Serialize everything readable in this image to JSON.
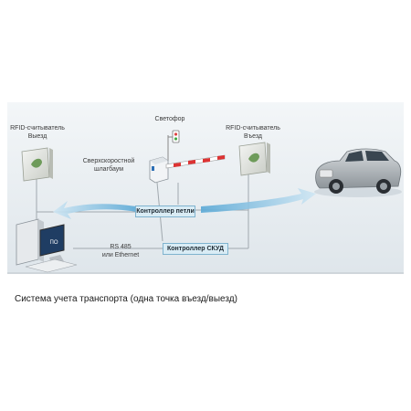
{
  "diagram": {
    "traffic_light_label": "Светофор",
    "reader_entry": {
      "line1": "RFID-считыватель",
      "line2": "Въезд"
    },
    "reader_exit": {
      "line1": "RFID-считыватель",
      "line2": "Выезд"
    },
    "barrier": {
      "line1": "Сверхскоростной",
      "line2": "шлагбаум"
    },
    "loop_controller": "Контроллер петли",
    "acs_controller": "Контроллер СКУД",
    "link": {
      "line1": "RS 485",
      "line2": "или Ethernet"
    },
    "pc_screen_text": "ПО",
    "colors": {
      "panel": "#e8eef2",
      "arrow": "#5aa9d6",
      "controller_fill": "#d9ecf5",
      "wire": "#a0a8ae"
    }
  },
  "caption": "Система учета транспорта (одна точка въезд/выезд)"
}
